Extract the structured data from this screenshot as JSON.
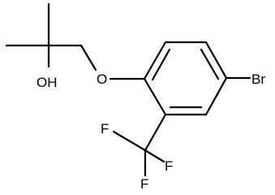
{
  "structure": {
    "atoms": {
      "hydroxyl": "OH",
      "ether_oxygen": "O",
      "bromine": "Br",
      "fluorine_1": "F",
      "fluorine_2": "F",
      "fluorine_3": "F"
    },
    "colors": {
      "bond": "#000000",
      "label": "#000000",
      "background": "#ffffff"
    }
  }
}
